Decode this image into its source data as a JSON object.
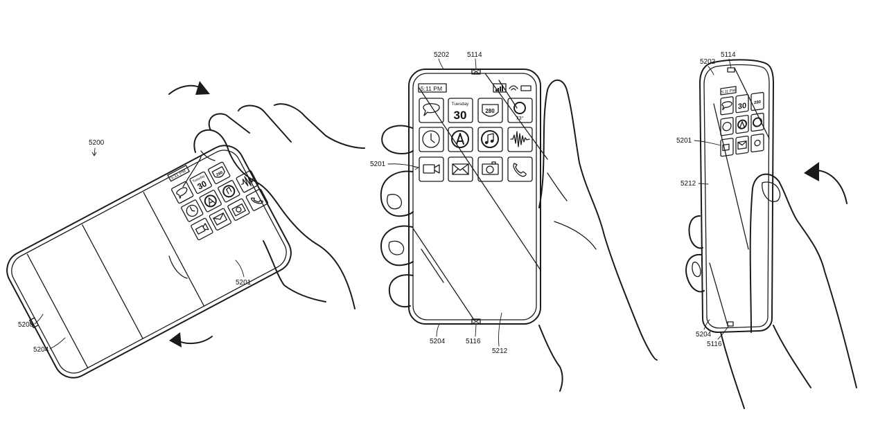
{
  "figure": {
    "figure_number": "5200",
    "references": {
      "5114": "5114",
      "5116": "5116",
      "5201": "5201",
      "5202": "5202",
      "5204": "5204",
      "5208": "5208",
      "5212": "5212"
    },
    "status_bar": {
      "time": "5:11 PM"
    },
    "icons": {
      "calendar_day": "Tuesday",
      "calendar_date": "30",
      "route_number": "280",
      "temperature": "73°"
    }
  },
  "colors": {
    "ink": "#1a1a1a",
    "paper": "#ffffff"
  }
}
